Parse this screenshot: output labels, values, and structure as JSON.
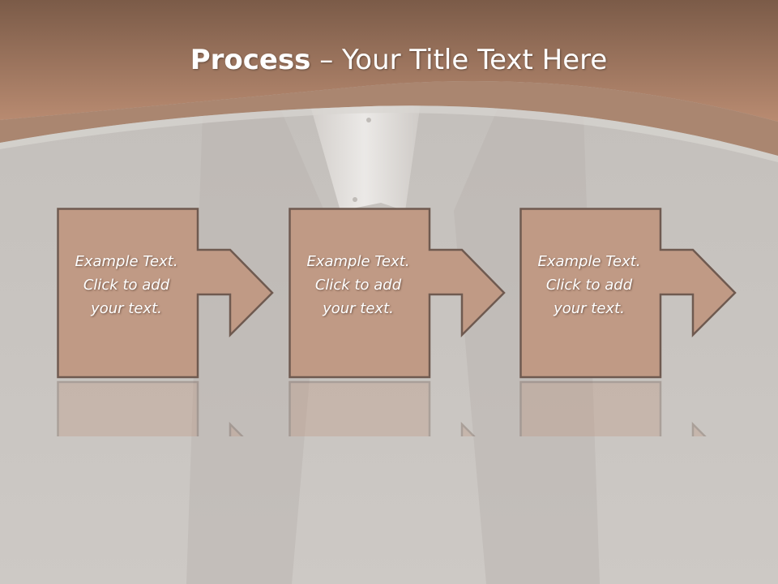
{
  "slide": {
    "title_bold": "Process",
    "title_rest": " – Your Title Text Here"
  },
  "steps": [
    {
      "line1": "Example Text.",
      "line2": "Click  to add",
      "line3": "your text."
    },
    {
      "line1": "Example Text.",
      "line2": "Click  to add",
      "line3": "your text."
    },
    {
      "line1": "Example Text.",
      "line2": "Click  to add",
      "line3": "your text."
    }
  ],
  "colors": {
    "header_dark": "#7b5b48",
    "header_light": "#b88a70",
    "box_fill": "#c09a85",
    "box_stroke": "#6f5a50",
    "background": "#c8c4c0"
  }
}
